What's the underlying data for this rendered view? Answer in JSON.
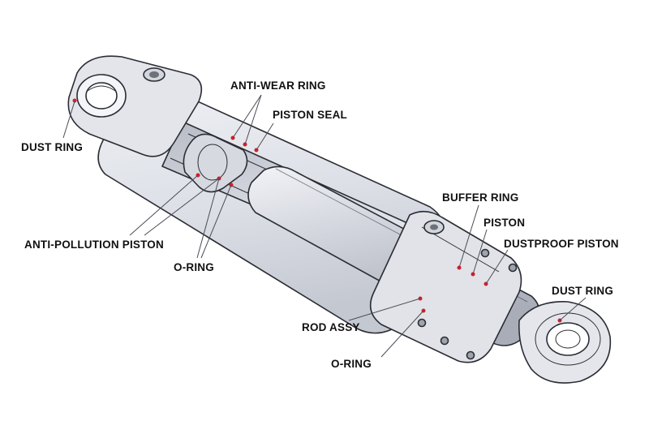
{
  "diagram": {
    "labels": {
      "dust_ring_left": "DUST RING",
      "anti_wear_ring": "ANTI-WEAR RING",
      "piston_seal": "PISTON SEAL",
      "anti_pollution_piston": "ANTI-POLLUTION PISTON",
      "o_ring_upper": "O-RING",
      "buffer_ring": "BUFFER RING",
      "piston": "PISTON",
      "dustproof_piston": "DUSTPROOF PISTON",
      "dust_ring_right": "DUST RING",
      "rod_assy": "ROD ASSY",
      "o_ring_lower": "O-RING"
    },
    "colors": {
      "metal_light": "#e6e8ee",
      "metal_mid": "#cfd2da",
      "metal_dark": "#9fa3ad",
      "rod": "#c9ccd6",
      "outline": "#2a2d33",
      "seal_dot": "#d21f2a",
      "leader": "#4a4d55"
    }
  }
}
